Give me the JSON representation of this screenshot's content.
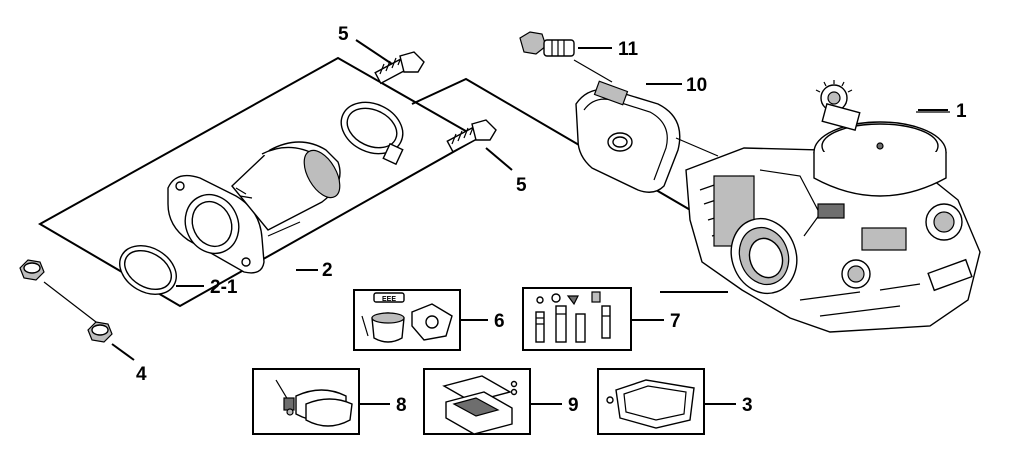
{
  "callouts": {
    "c1": "1",
    "c2": "2",
    "c2_1": "2-1",
    "c3": "3",
    "c4": "4",
    "c5_top": "5",
    "c5_mid": "5",
    "c6": "6",
    "c7": "7",
    "c8": "8",
    "c9": "9",
    "c10": "10",
    "c11": "11"
  },
  "kit_badge": "EEE"
}
